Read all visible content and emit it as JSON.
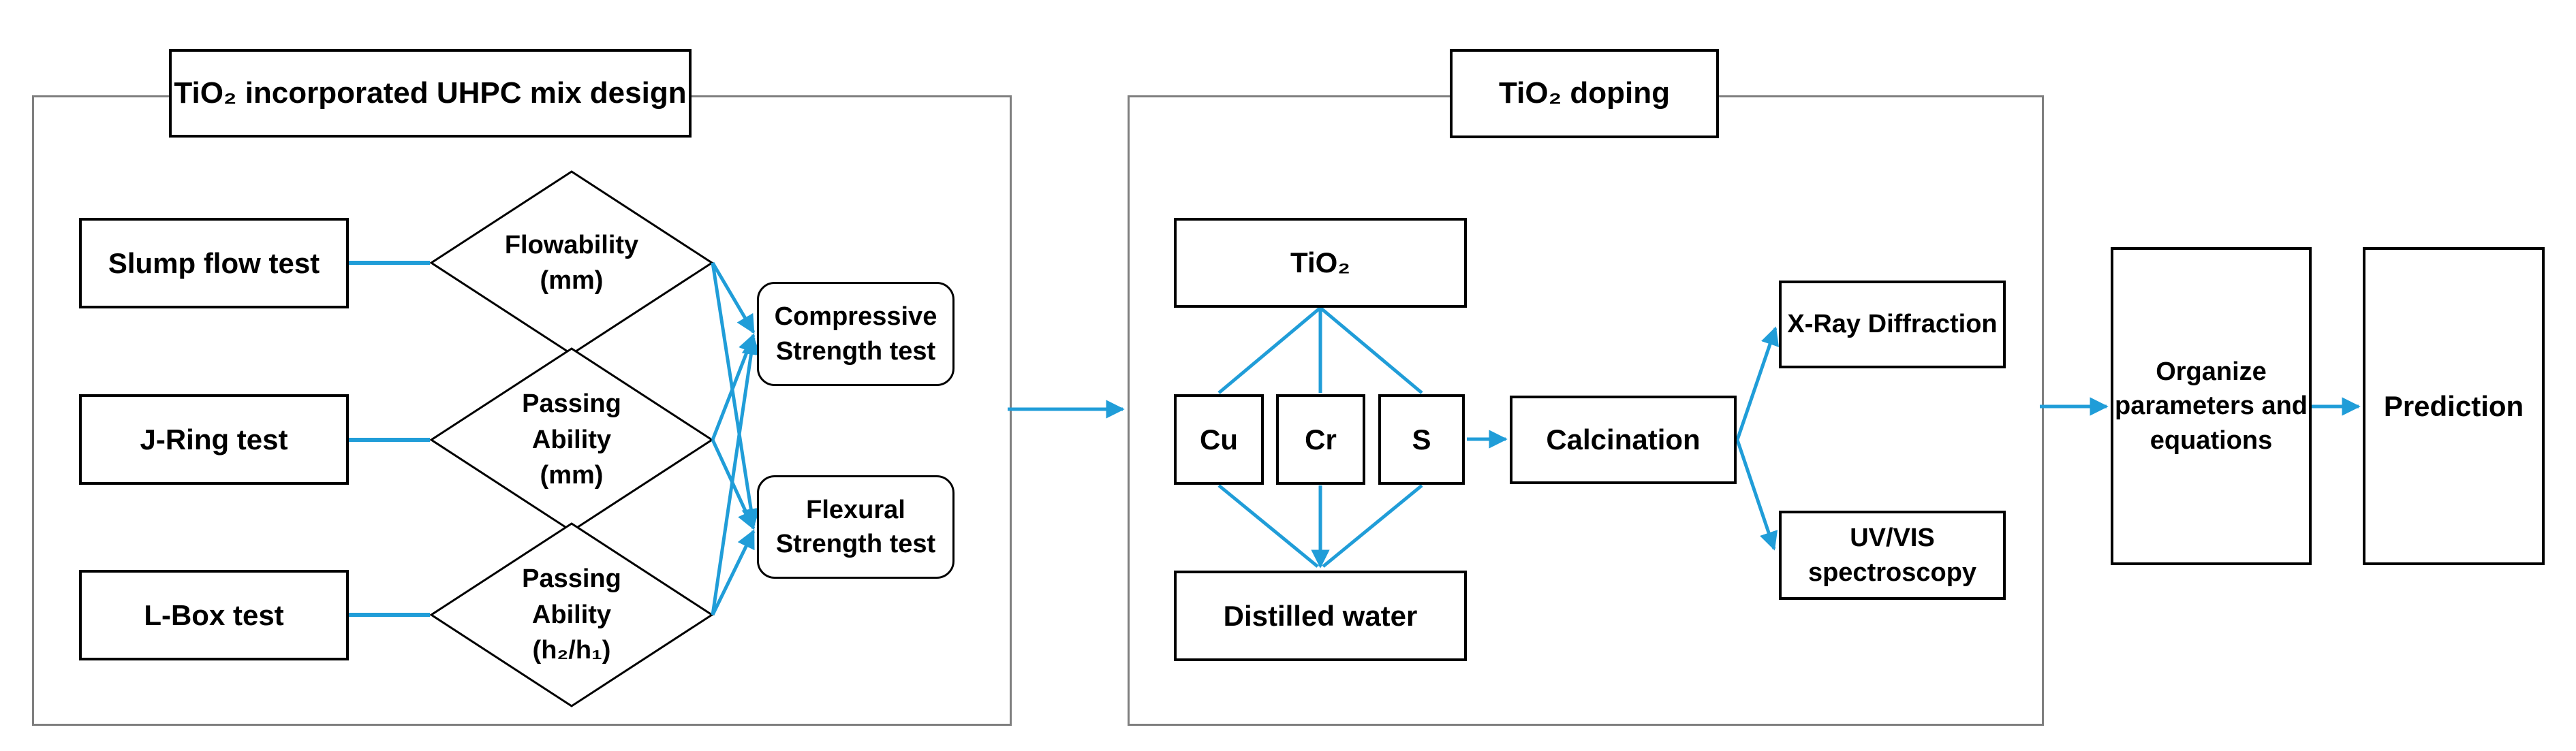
{
  "canvas": {
    "accent_blue": "#209dd8",
    "border_gray": "#7f7f7f",
    "node_border_black": "#000000"
  },
  "sections": {
    "mix_design": {
      "title": "TiO₂ incorporated UHPC mix design"
    },
    "doping": {
      "title": "TiO₂ doping"
    }
  },
  "nodes": {
    "slump": "Slump flow test",
    "jring": "J-Ring test",
    "lbox": "L-Box test",
    "flowability": "Flowability\n(mm)",
    "passing_mm": "Passing\nAbility\n(mm)",
    "passing_h": "Passing\nAbility\n(h₂/h₁)",
    "compressive": "Compressive\nStrength test",
    "flexural": "Flexural\nStrength test",
    "tio2": "TiO₂",
    "cu": "Cu",
    "cr": "Cr",
    "s": "S",
    "distilled": "Distilled water",
    "calcination": "Calcination",
    "xrd": "X-Ray Diffraction",
    "uvvis": "UV/VIS\nspectroscopy",
    "organize": "Organize\nparameters and\nequations",
    "prediction": "Prediction"
  }
}
